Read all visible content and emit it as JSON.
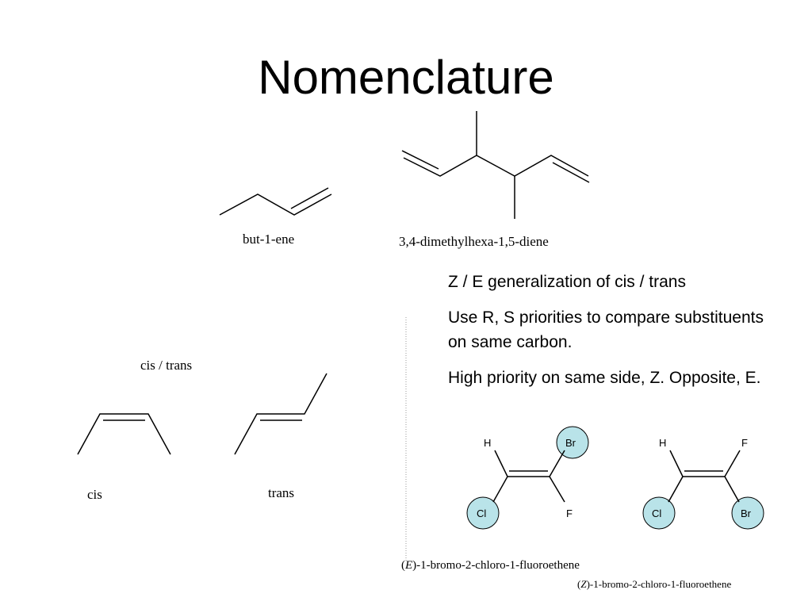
{
  "title": "Nomenclature",
  "molecules": {
    "butene_name": "but-1-ene",
    "diene_name": "3,4-dimethylhexa-1,5-diene",
    "cistrans_heading": "cis / trans",
    "cis_label": "cis",
    "trans_label": "trans",
    "e_isomer": {
      "prefix": "(",
      "descriptor": "E",
      "suffix": ")-1-bromo-2-chloro-1-fluoroethene",
      "atoms": {
        "top_left": "H",
        "top_right": "Br",
        "bottom_left": "Cl",
        "bottom_right": "F"
      }
    },
    "z_isomer": {
      "prefix": "(",
      "descriptor": "Z",
      "suffix": ")-1-bromo-2-chloro-1-fluoroethene",
      "atoms": {
        "top_left": "H",
        "top_right": "F",
        "bottom_left": "Cl",
        "bottom_right": "Br"
      }
    }
  },
  "bullets": [
    "Z / E generalization of cis / trans",
    "Use R, S priorities to compare substituents on same carbon.",
    "High priority on same side, Z. Opposite, E."
  ],
  "colors": {
    "highlight_fill": "#b9e3e9",
    "line": "#000000",
    "divider": "#9a9a9a"
  }
}
